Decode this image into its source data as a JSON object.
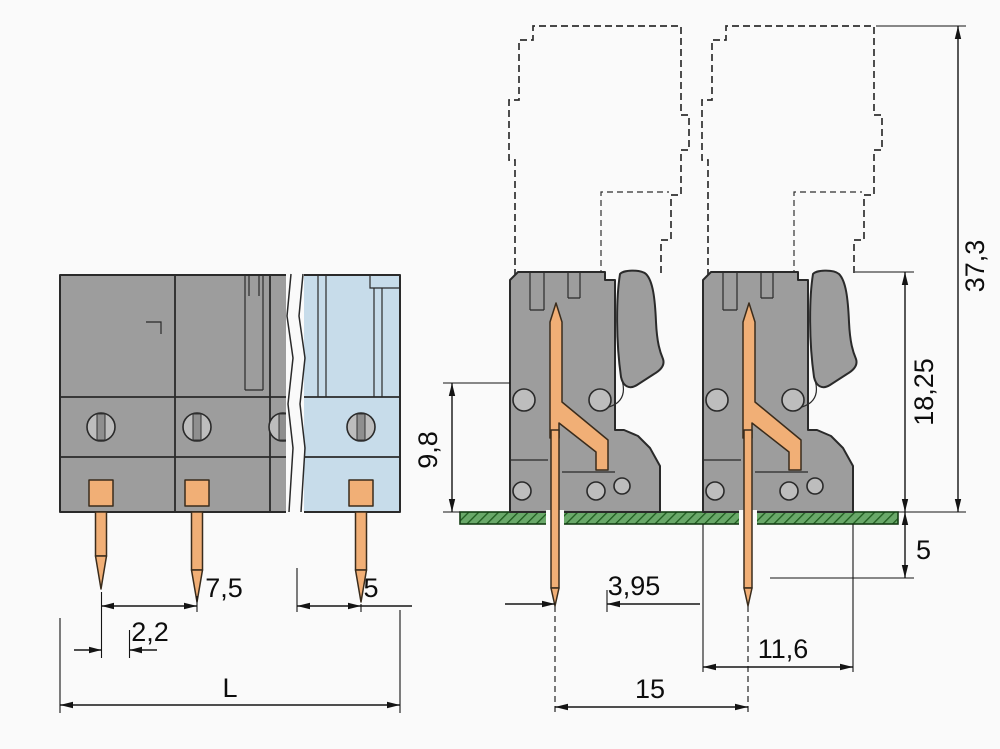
{
  "drawing": {
    "subject": "female-header-terminal-block-dimension-drawing",
    "views": [
      "front-view",
      "side-view-with-mating-plug"
    ]
  },
  "dims": {
    "front": {
      "pitch": "7,5",
      "end_clearance": "5",
      "pin_offset": "2,2",
      "length": "L"
    },
    "side": {
      "total_height": "37,3",
      "header_height": "18,25",
      "entry_height": "9,8",
      "pin_length": "5",
      "pin_to_face": "3,95",
      "depth": "11,6",
      "pole_spacing": "15"
    }
  },
  "colors": {
    "housing_gray": "#9d9d9d",
    "end_section_blue": "#c7dcea",
    "contact_orange": "#f1af76",
    "pcb_green": "#69a869",
    "pcb_hatch_green": "#1e5c1e",
    "line": "#141414",
    "background": "#fafafa"
  }
}
